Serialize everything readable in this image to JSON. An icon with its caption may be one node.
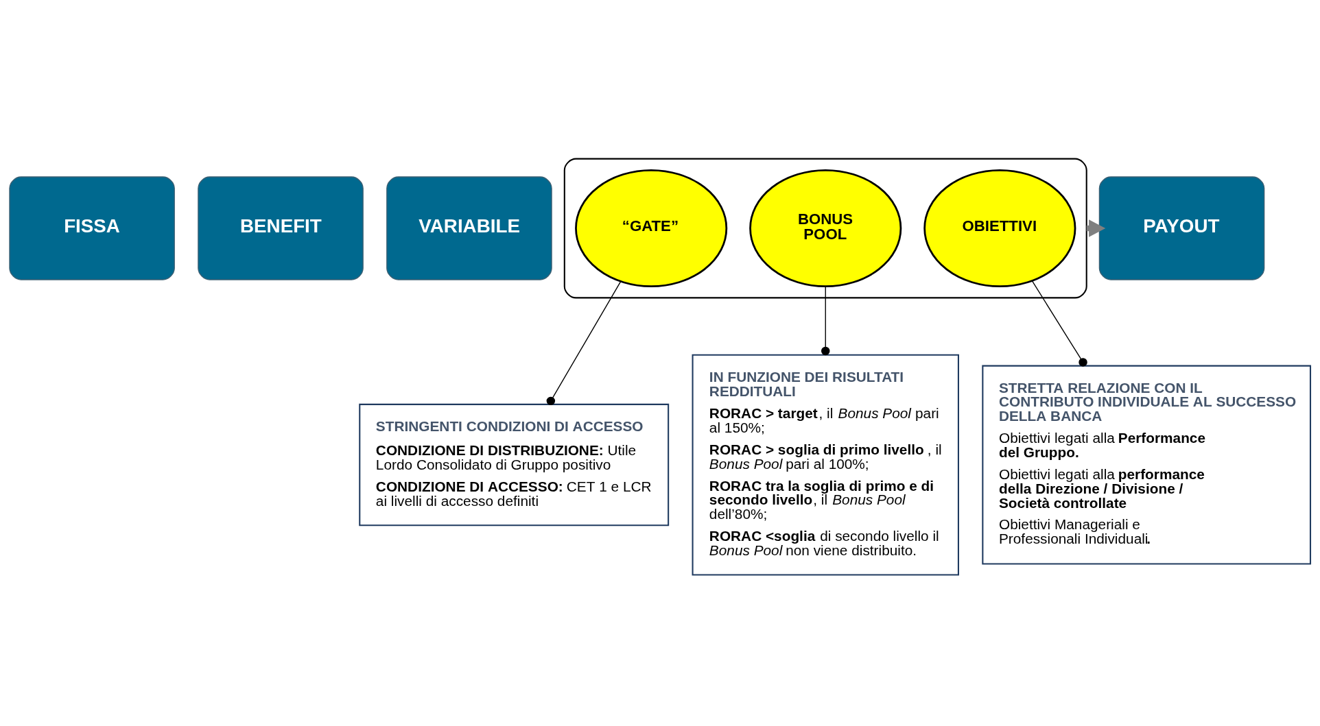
{
  "diagram": {
    "nodes": [
      {
        "text": [
          "FISSA"
        ]
      },
      {
        "text": [
          "BENEFIT"
        ]
      },
      {
        "text": [
          "VARIABILE"
        ]
      },
      {
        "text": [],
        "shape": "box"
      },
      {
        "text": [
          "“GATE”"
        ],
        "in": 3
      },
      {
        "text": [
          "BONUS POOL"
        ],
        "in": 3
      },
      {
        "text": [
          "OBIETTIVI"
        ],
        "in": 3
      },
      {
        "text": [
          "PAYOUT"
        ]
      },
      {
        "text": [
          "STRINGENTI CONDIZIONI DI ACCESSO",
          "**CONDIZIONE DI DISTRIBUZIONE:** Utile Lordo Consolidato di Gruppo positivo",
          "**CONDIZIONE DI ACCESSO:** CET 1 e LCR ai livelli di accesso definiti"
        ]
      },
      {
        "text": [
          "IN FUNZIONE DEI RISULTATI REDDITUALI",
          "**RORAC > target**, il *Bonus Pool* pari al 150%;",
          "**RORAC > soglia di primo livello**, il *Bonus Pool* pari al 100%;",
          "**RORAC tra la soglia di primo e di secondo livello**, il *Bonus Pool* dell’80%;",
          "**RORAC <soglia** di secondo livello il *Bonus Pool* non viene distribuito."
        ]
      },
      {
        "text": [
          "STRETTA RELAZIONE CON IL CONTRIBUTO INDIVIDUALE AL SUCCESSO DELLA BANCA",
          "Obiettivi legati alla **Performance del Gruppo.**",
          "Obiettivi legati alla **performance della Direzione / Divisione / Società controllate**",
          "Obiettivi Manageriali e Professionali Individuali**.**"
        ]
      }
    ],
    "edges": [
      {
        "from": 3,
        "to": 7,
        "arrow": "to",
        "style": "thick",
        "color": "#7f7f7f"
      },
      {
        "from": 4,
        "to": 8,
        "arrow": "other"
      },
      {
        "from": 5,
        "to": 9,
        "arrow": "other"
      },
      {
        "from": 6,
        "to": 10,
        "arrow": "other"
      }
    ]
  }
}
